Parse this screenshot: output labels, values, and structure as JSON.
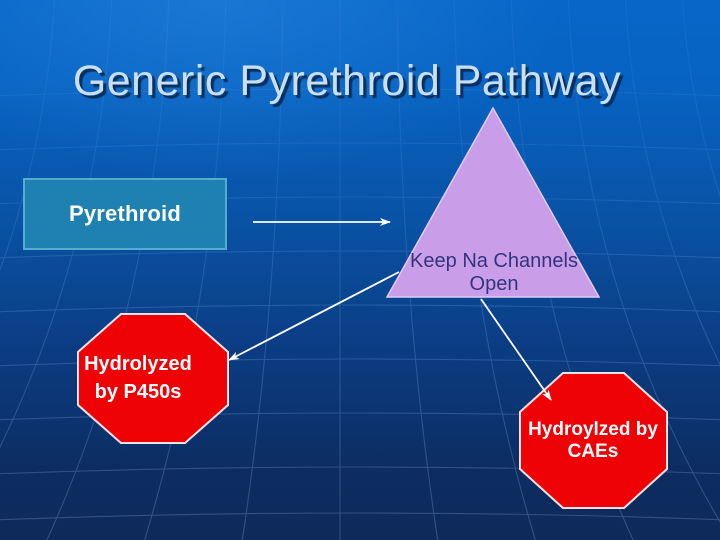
{
  "slide": {
    "title": "Generic Pyrethroid Pathway",
    "colors": {
      "bg_top": "#0766C8",
      "bg_bottom": "#0E2A5A",
      "grid_line": "#8CBCEE",
      "title_text": "#CBDFF2",
      "arrow": "#FDFDFF"
    },
    "nodes": {
      "pyrethroid": {
        "label": "Pyrethroid",
        "shape": "rectangle",
        "fill": "#1F81B2",
        "border": "#55ACCF",
        "text_color": "#FFFFFF"
      },
      "na_channels": {
        "line1": "Keep Na Channels",
        "line2": "Open",
        "shape": "triangle",
        "fill": "#C99DE8",
        "border": "#E2CBF5",
        "text_color": "#34347E"
      },
      "p450": {
        "line1": "Hydrolyzed",
        "line2": "by P450s",
        "shape": "octagon",
        "fill": "#EE0205",
        "border": "#F2E3E3",
        "text_color": "#FFFFFF"
      },
      "caes": {
        "line1": "Hydroylzed by",
        "line2": "CAEs",
        "shape": "octagon",
        "fill": "#EE0205",
        "border": "#F2E3E3",
        "text_color": "#FFFFFF"
      }
    },
    "edges": [
      {
        "from": "pyrethroid",
        "to": "na_channels"
      },
      {
        "from": "na_channels",
        "to": "p450"
      },
      {
        "from": "na_channels",
        "to": "caes"
      }
    ]
  }
}
